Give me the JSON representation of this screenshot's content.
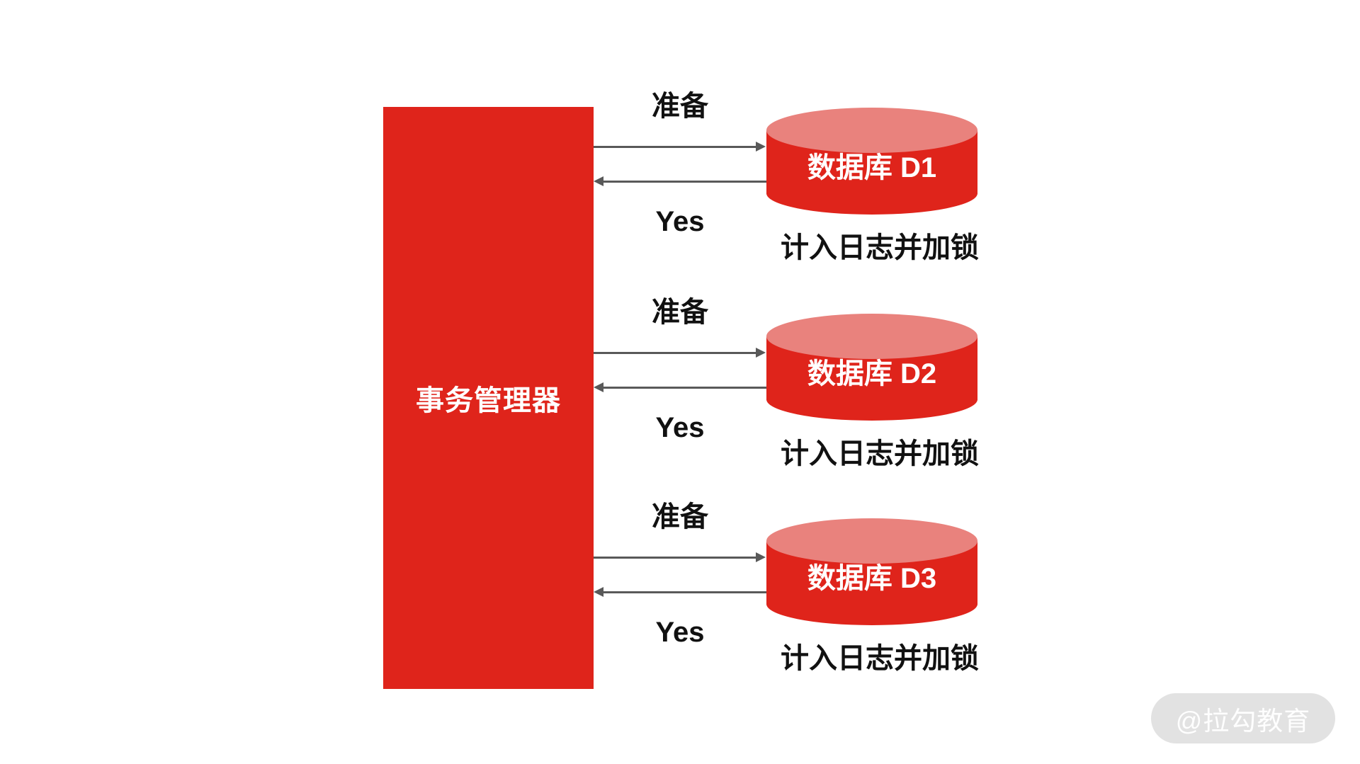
{
  "colors": {
    "primary_red": "#df241b",
    "cylinder_cap": "#e9827d",
    "arrow_gray": "#595959",
    "label_text": "#111111",
    "box_text": "#ffffff",
    "watermark_bg": "#e2e2e2",
    "watermark_text": "#ffffff"
  },
  "manager": {
    "label": "事务管理器"
  },
  "rows": [
    {
      "prepare_label": "准备",
      "reply_label": "Yes",
      "db_label": "数据库 D1",
      "note": "计入日志并加锁"
    },
    {
      "prepare_label": "准备",
      "reply_label": "Yes",
      "db_label": "数据库 D2",
      "note": "计入日志并加锁"
    },
    {
      "prepare_label": "准备",
      "reply_label": "Yes",
      "db_label": "数据库 D3",
      "note": "计入日志并加锁"
    }
  ],
  "watermark": {
    "label": "@拉勾教育"
  }
}
